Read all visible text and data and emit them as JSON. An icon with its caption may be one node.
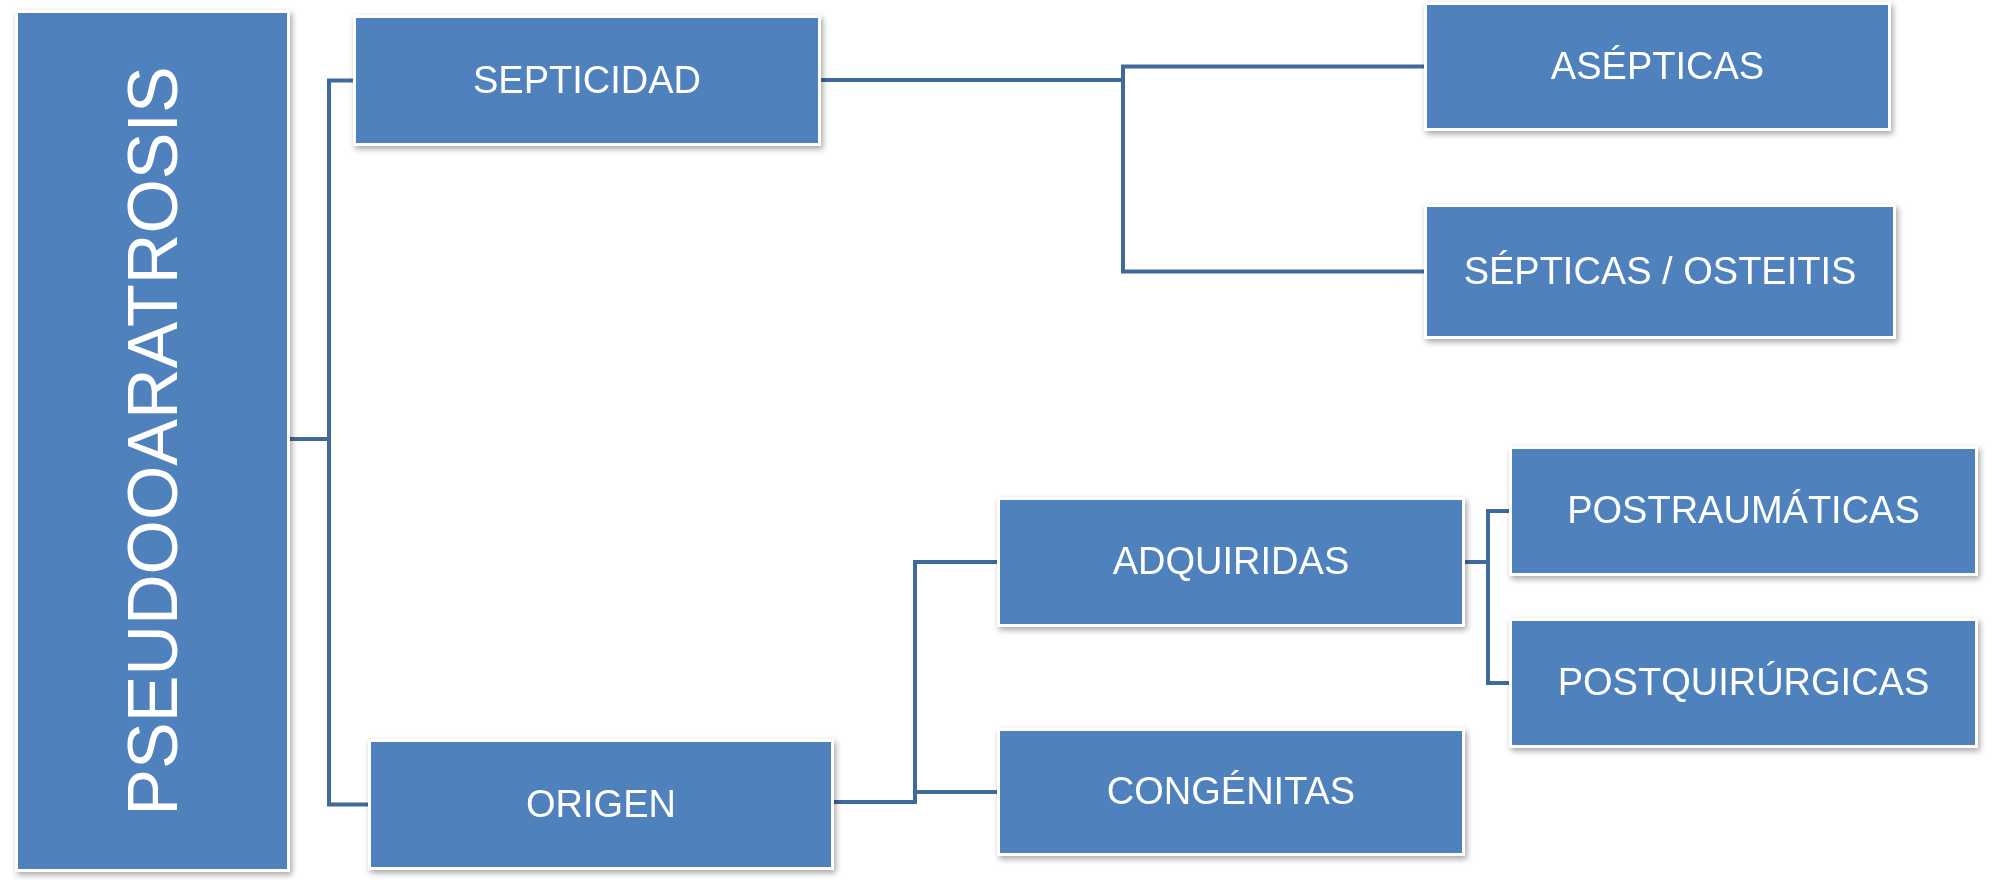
{
  "diagram": {
    "nodes": [
      {
        "text": [
          "PSEUDOOARATROSIS"
        ]
      },
      {
        "text": [
          "SEPTICIDAD"
        ]
      },
      {
        "text": [
          "ORIGEN"
        ]
      },
      {
        "text": [
          "ASÉPTICAS"
        ]
      },
      {
        "text": [
          "SÉPTICAS / OSTEITIS"
        ]
      },
      {
        "text": [
          "ADQUIRIDAS"
        ]
      },
      {
        "text": [
          "CONGÉNITAS"
        ]
      },
      {
        "text": [
          "POSTRAUMÁTICAS"
        ]
      },
      {
        "text": [
          "POSTQUIRÚRGICAS"
        ]
      }
    ],
    "edges": [
      {
        "from": 0,
        "to": 1,
        "arrow": "none"
      },
      {
        "from": 0,
        "to": 2,
        "arrow": "none"
      },
      {
        "from": 1,
        "to": 3,
        "arrow": "none"
      },
      {
        "from": 1,
        "to": 4,
        "arrow": "none"
      },
      {
        "from": 2,
        "to": 5,
        "arrow": "none"
      },
      {
        "from": 2,
        "to": 6,
        "arrow": "none"
      },
      {
        "from": 5,
        "to": 7,
        "arrow": "none"
      },
      {
        "from": 5,
        "to": 8,
        "arrow": "none"
      }
    ]
  }
}
